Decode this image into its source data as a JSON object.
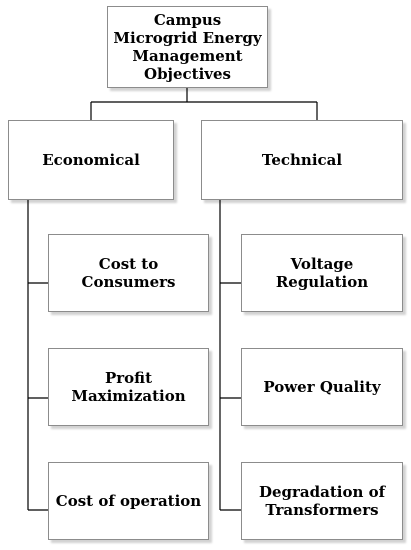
{
  "root": {
    "label": "Campus Microgrid Energy Management Objectives"
  },
  "categories": [
    {
      "label": "Economical",
      "items": [
        "Cost to Consumers",
        "Profit Maximization",
        "Cost of operation"
      ]
    },
    {
      "label": "Technical",
      "items": [
        "Voltage Regulation",
        "Power Quality",
        "Degradation of Transformers"
      ]
    }
  ]
}
